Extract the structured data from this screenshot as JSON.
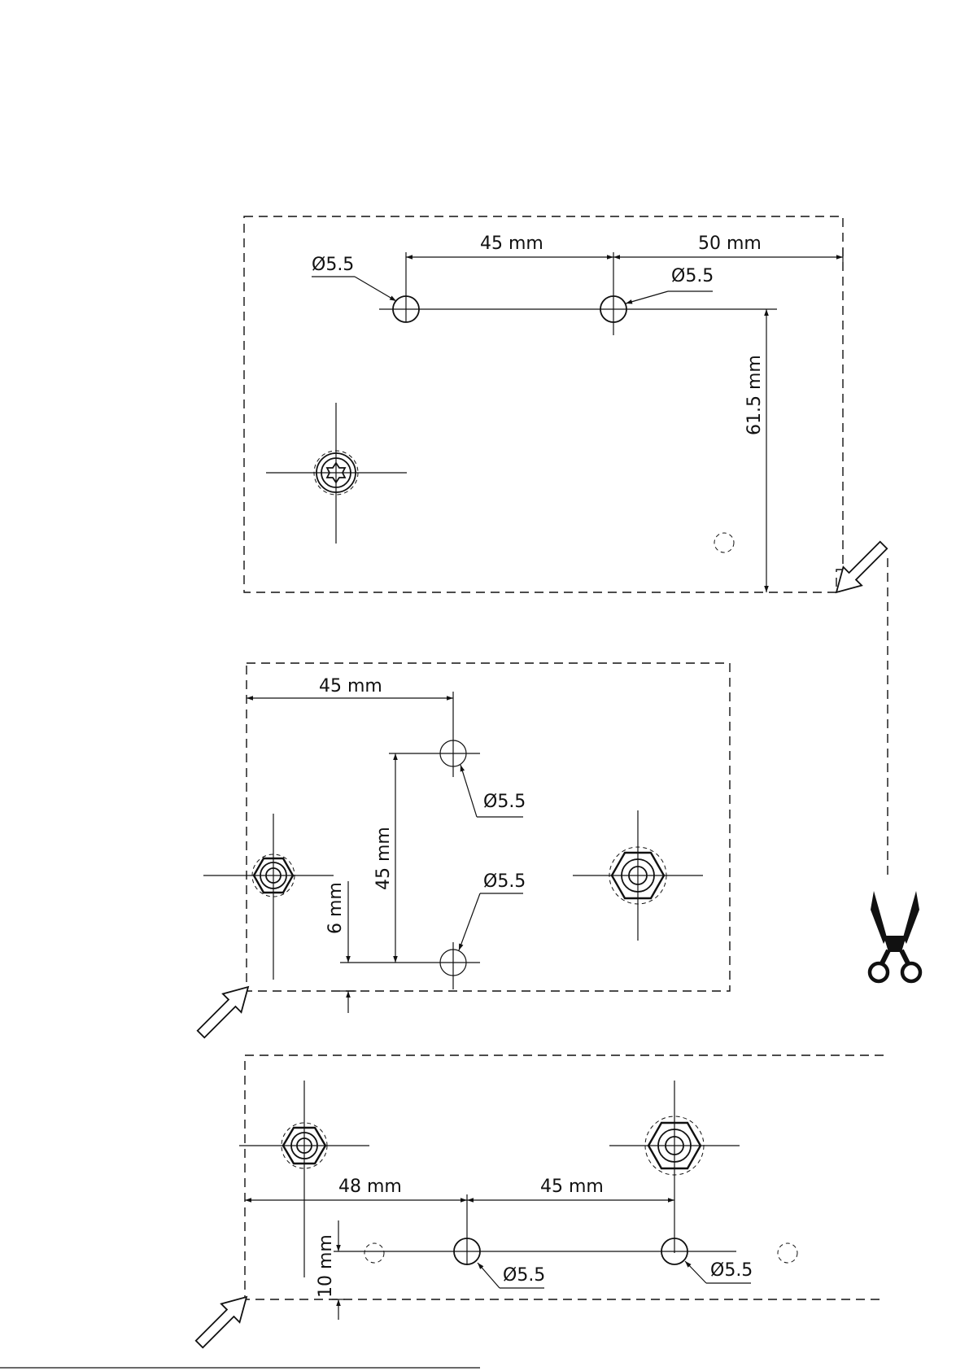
{
  "template_top": {
    "dim_hole_spacing": "45 mm",
    "dim_edge": "50 mm",
    "dim_vertical": "61.5 mm",
    "hole_left_label": "Ø5.5",
    "hole_right_label": "Ø5.5"
  },
  "template_middle": {
    "dim_horizontal": "45 mm",
    "dim_hole_spacing": "45 mm",
    "dim_edge_offset": "6 mm",
    "hole_top_label": "Ø5.5",
    "hole_bottom_label": "Ø5.5"
  },
  "template_bottom": {
    "dim_left": "48 mm",
    "dim_hole_spacing": "45 mm",
    "dim_edge_offset": "10 mm",
    "hole_left_label": "Ø5.5",
    "hole_right_label": "Ø5.5"
  },
  "icons": {
    "cut_symbol": "scissors-icon",
    "orientation_arrow": "arrow-icon"
  }
}
